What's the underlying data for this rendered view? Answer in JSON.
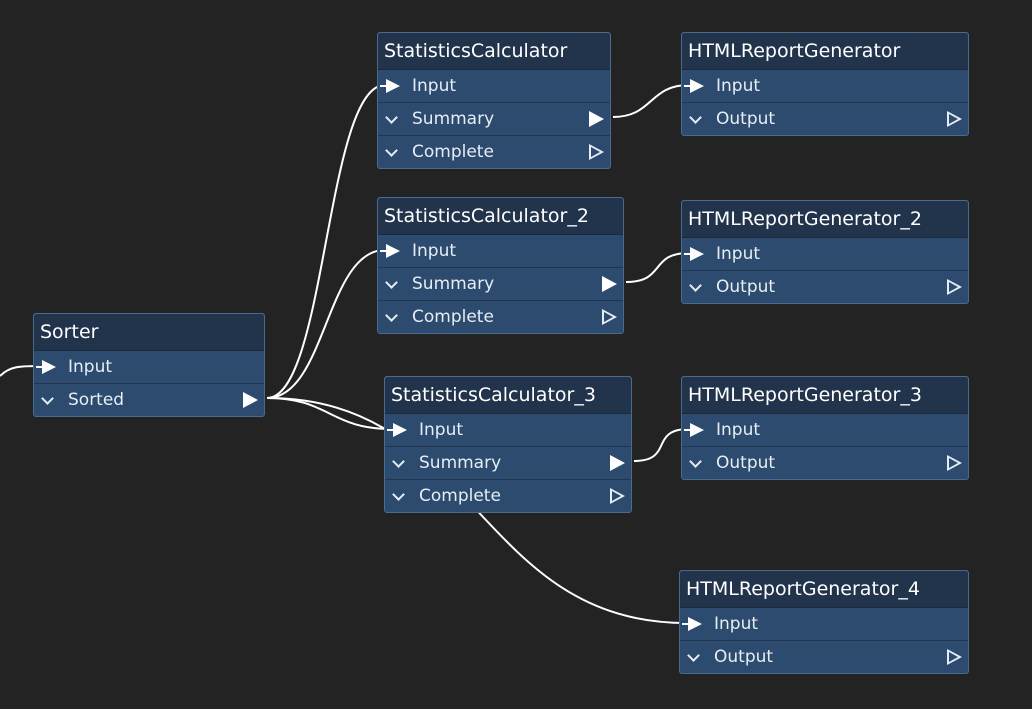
{
  "diagram": {
    "nodes": [
      {
        "id": "sorter",
        "title": "Sorter",
        "ports": [
          {
            "type": "input",
            "label": "Input"
          },
          {
            "type": "output",
            "label": "Sorted",
            "connected": true
          }
        ]
      },
      {
        "id": "stats1",
        "title": "StatisticsCalculator",
        "ports": [
          {
            "type": "input",
            "label": "Input"
          },
          {
            "type": "output",
            "label": "Summary",
            "connected": true
          },
          {
            "type": "output",
            "label": "Complete",
            "connected": false
          }
        ]
      },
      {
        "id": "stats2",
        "title": "StatisticsCalculator_2",
        "ports": [
          {
            "type": "input",
            "label": "Input"
          },
          {
            "type": "output",
            "label": "Summary",
            "connected": true
          },
          {
            "type": "output",
            "label": "Complete",
            "connected": false
          }
        ]
      },
      {
        "id": "stats3",
        "title": "StatisticsCalculator_3",
        "ports": [
          {
            "type": "input",
            "label": "Input"
          },
          {
            "type": "output",
            "label": "Summary",
            "connected": true
          },
          {
            "type": "output",
            "label": "Complete",
            "connected": false
          }
        ]
      },
      {
        "id": "html1",
        "title": "HTMLReportGenerator",
        "ports": [
          {
            "type": "input",
            "label": "Input"
          },
          {
            "type": "output",
            "label": "Output",
            "connected": false
          }
        ]
      },
      {
        "id": "html2",
        "title": "HTMLReportGenerator_2",
        "ports": [
          {
            "type": "input",
            "label": "Input"
          },
          {
            "type": "output",
            "label": "Output",
            "connected": false
          }
        ]
      },
      {
        "id": "html3",
        "title": "HTMLReportGenerator_3",
        "ports": [
          {
            "type": "input",
            "label": "Input"
          },
          {
            "type": "output",
            "label": "Output",
            "connected": false
          }
        ]
      },
      {
        "id": "html4",
        "title": "HTMLReportGenerator_4",
        "ports": [
          {
            "type": "input",
            "label": "Input"
          },
          {
            "type": "output",
            "label": "Output",
            "connected": false
          }
        ]
      }
    ],
    "connections": [
      {
        "from": "sorter.Sorted",
        "to": "stats1.Input"
      },
      {
        "from": "sorter.Sorted",
        "to": "stats2.Input"
      },
      {
        "from": "sorter.Sorted",
        "to": "stats3.Input"
      },
      {
        "from": "sorter.Sorted",
        "to": "html4.Input"
      },
      {
        "from": "stats1.Summary",
        "to": "html1.Input"
      },
      {
        "from": "stats2.Summary",
        "to": "html2.Input"
      },
      {
        "from": "stats3.Summary",
        "to": "html3.Input"
      }
    ],
    "colors": {
      "background": "#232323",
      "node_body": "#2d4b6e",
      "node_header": "#22344c",
      "wire": "#ffffff"
    }
  }
}
